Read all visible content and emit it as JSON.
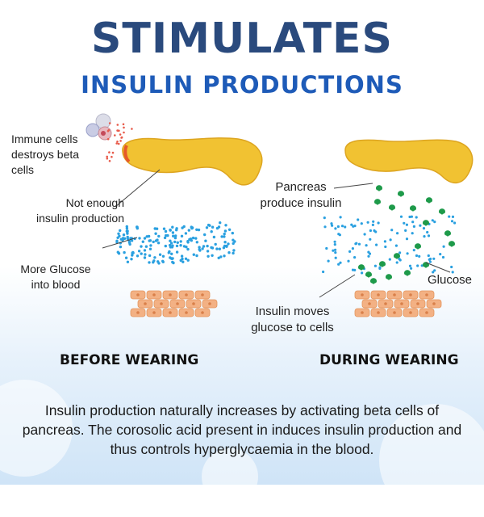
{
  "heading": {
    "title": "STIMULATES",
    "subtitle": "INSULIN PRODUCTIONS"
  },
  "before": {
    "immune_label": "Immune cells\ndestroys beta\ncells",
    "insulin_label": "Not enough\ninsulin production",
    "glucose_label": "More Glucose\ninto blood",
    "section_label": "BEFORE WEARING"
  },
  "during": {
    "pancreas_label": "Pancreas\nproduce insulin",
    "glucose_label": "Glucose",
    "insulin_label": "Insulin moves\nglucose to cells",
    "section_label": "DURING WEARING"
  },
  "description": "Insulin production naturally increases by activating beta cells of pancreas. The corosolic acid present in  induces insulin production and thus controls hyperglycaemia in the blood.",
  "colors": {
    "title": "#2a4a7d",
    "subtitle": "#1e5bb8",
    "pancreas": "#f1c232",
    "glucose": "#2aa0e0",
    "insulin": "#1e9a4a",
    "cells": "#f3b184"
  }
}
